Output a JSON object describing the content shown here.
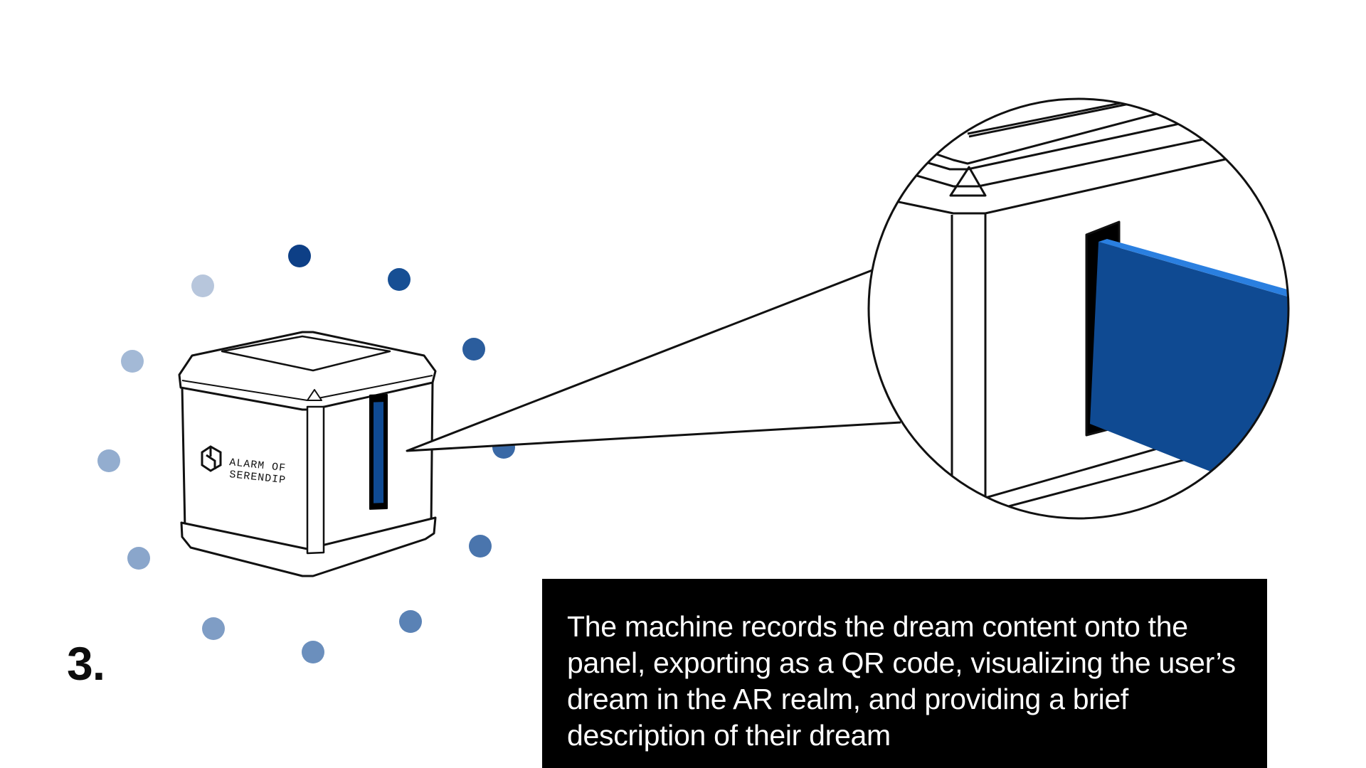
{
  "step": {
    "number": "3."
  },
  "caption": {
    "text": "The machine records the dream content onto the panel, exporting as a QR code, visualizing the user’s dream in the AR realm, and providing a brief description of their dream"
  },
  "device": {
    "logo_line1": "ALARM OF",
    "logo_line2": "SERENDIP"
  },
  "colors": {
    "panel_blue": "#0f4a92",
    "panel_edge": "#2a7fe0",
    "dot_dark": "#0d3f86",
    "dot_light": "#b7c6dc",
    "caption_bg": "#000000"
  }
}
